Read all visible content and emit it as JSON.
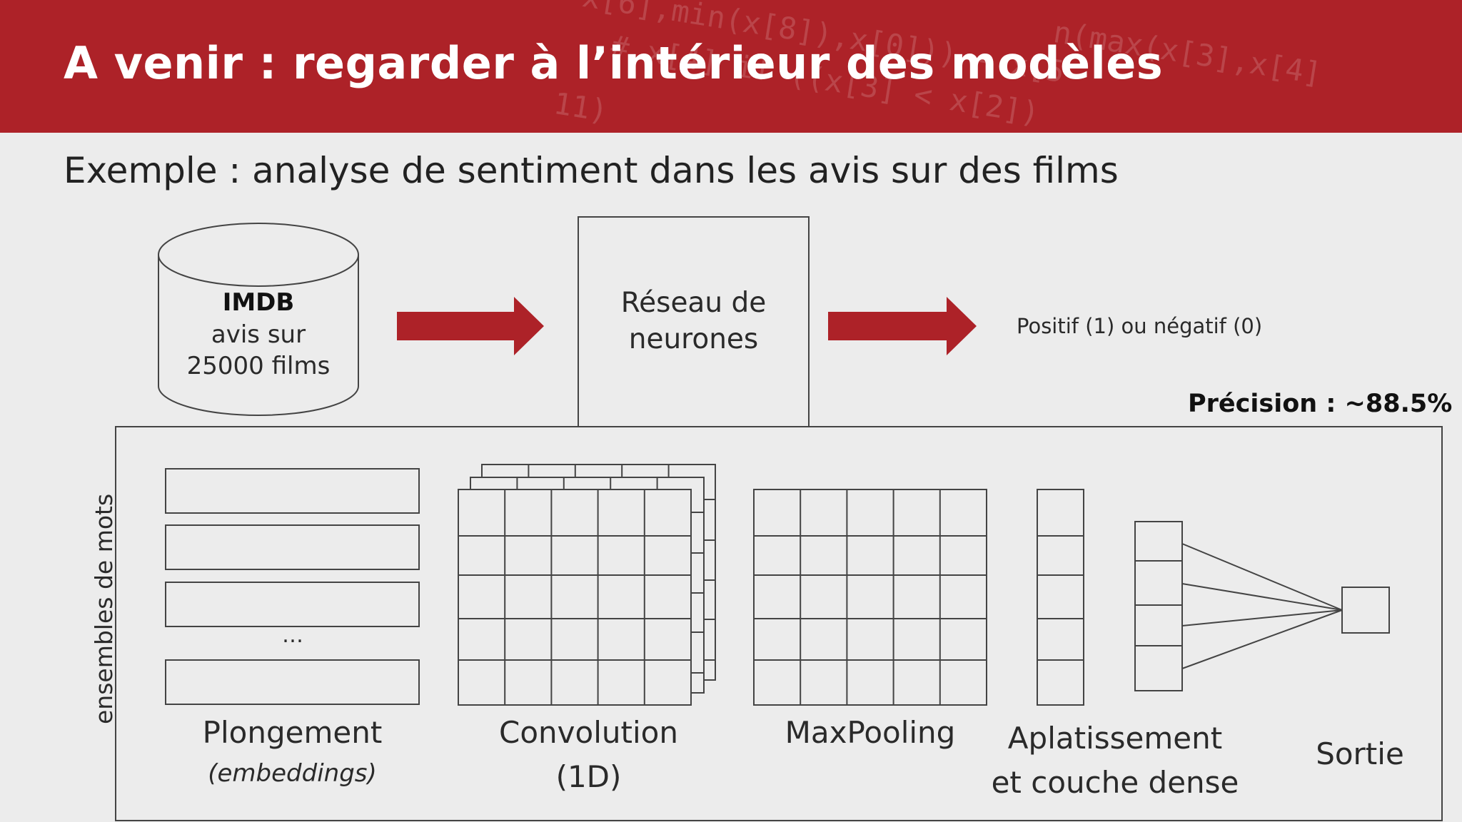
{
  "header": {
    "title": "A venir : regarder à l’intérieur des modèles",
    "background_color": "#ad2228"
  },
  "subtitle": "Exemple : analyse de sentiment dans les avis sur des films",
  "database": {
    "name": "IMDB",
    "line2": "avis sur",
    "line3": "25000 films"
  },
  "network_box": {
    "line1": "Réseau de",
    "line2": "neurones"
  },
  "output_text": "Positif (1) ou négatif (0)",
  "precision": "Précision : ~88.5%",
  "side_label": "ensembles de mots",
  "ellipsis": "…",
  "layers": {
    "embedding": {
      "line1": "Plongement",
      "line2": "(embeddings)"
    },
    "convolution": {
      "line1": "Convolution",
      "line2": "(1D)"
    },
    "maxpooling": {
      "line1": "MaxPooling"
    },
    "flatten": {
      "line1": "Aplatissement",
      "line2": "et couche dense"
    },
    "output": {
      "line1": "Sortie"
    }
  },
  "colors": {
    "accent_red": "#ad2228",
    "stroke": "#444444"
  }
}
